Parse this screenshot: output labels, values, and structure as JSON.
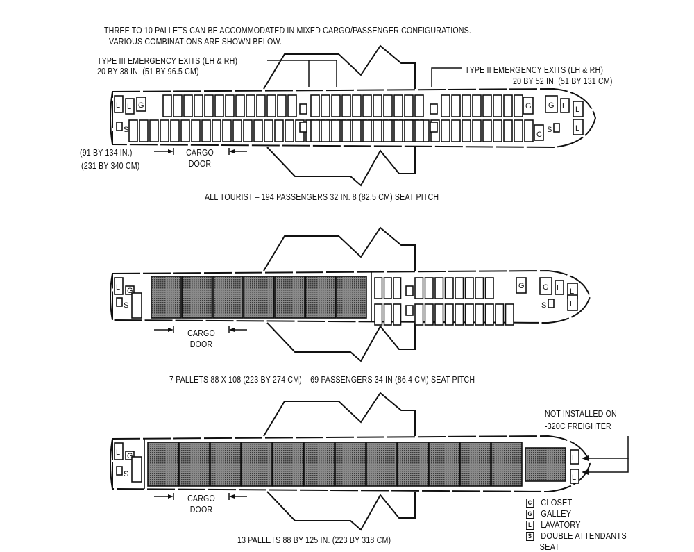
{
  "intro": {
    "line1": "THREE TO 10 PALLETS CAN BE ACCOMMODATED IN MIXED CARGO/PASSENGER CONFIGURATIONS.",
    "line2": "VARIOUS COMBINATIONS ARE SHOWN BELOW."
  },
  "config1": {
    "exit3_line1": "TYPE III EMERGENCY EXITS (LH & RH)",
    "exit3_line2": "20 BY 38 IN. (51 BY 96.5 CM)",
    "exit2_line1": "TYPE II EMERGENCY EXITS (LH & RH)",
    "exit2_line2": "20 BY 52 IN. (51 BY 131 CM)",
    "door_size_in": "(91 BY 134 IN.)",
    "door_size_cm": "(231 BY 340 CM)",
    "cargo_door_1": "CARGO",
    "cargo_door_2": "DOOR",
    "caption": "ALL TOURIST – 194 PASSENGERS 32 IN. 8  (82.5 CM) SEAT PITCH"
  },
  "config2": {
    "cargo_door_1": "CARGO",
    "cargo_door_2": "DOOR",
    "pallets": 7,
    "caption": "7 PALLETS  88 X 108 (223 BY 274 CM) – 69 PASSENGERS 34 IN (86.4 CM) SEAT PITCH"
  },
  "config3": {
    "cargo_door_1": "CARGO",
    "cargo_door_2": "DOOR",
    "note_1": "NOT INSTALLED ON",
    "note_2": "-320C FREIGHTER",
    "pallets": 13,
    "caption": "13 PALLETS 88 BY 125 IN.  (223 BY 318 CM)"
  },
  "symbols": {
    "closet": "C",
    "galley": "G",
    "lavatory": "L",
    "attendant": "S"
  },
  "legend": [
    {
      "sym": "C",
      "label": "CLOSET"
    },
    {
      "sym": "G",
      "label": "GALLEY"
    },
    {
      "sym": "L",
      "label": "LAVATORY"
    },
    {
      "sym": "S",
      "label": "DOUBLE ATTENDANTS"
    },
    {
      "sym": "",
      "label": "SEAT"
    }
  ],
  "colors": {
    "ink": "#111111",
    "pallet": "#5a5a5a"
  }
}
